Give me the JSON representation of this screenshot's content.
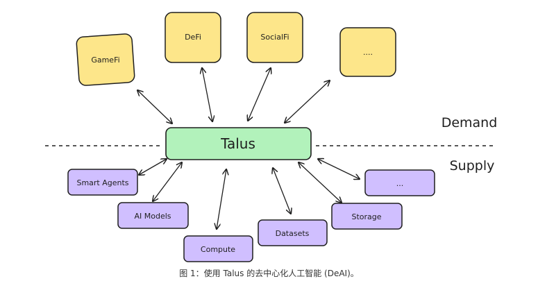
{
  "demand_nodes": [
    "GameFi",
    "DeFi",
    "SocialFi",
    "...."
  ],
  "center": "Talus",
  "supply_nodes": [
    "Smart Agents",
    "AI Models",
    "Compute",
    "Datasets",
    "Storage",
    "..."
  ],
  "labels": {
    "demand": "Demand",
    "supply": "Supply"
  },
  "caption": "图 1：使用 Talus 的去中心化人工智能 (DeAI)。",
  "colors": {
    "demand_fill": "#fde68a",
    "center_fill": "#b2f2bb",
    "supply_fill": "#d0bfff",
    "stroke": "#1e1e1e"
  }
}
